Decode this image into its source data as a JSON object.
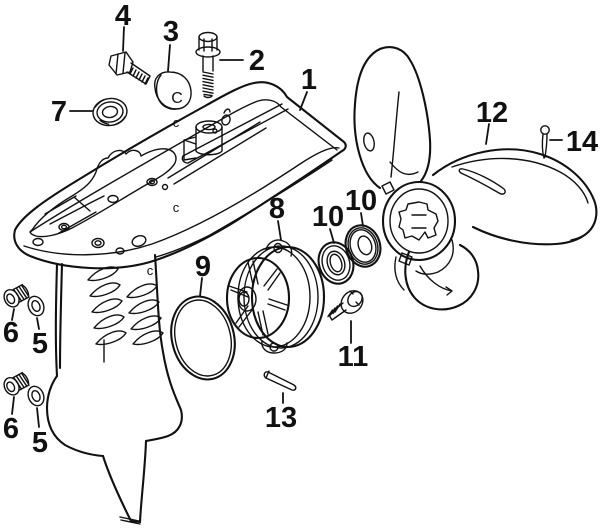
{
  "diagram": {
    "type": "exploded-parts-diagram",
    "subject": "outboard-lower-unit-gearcase-and-propeller",
    "colors": {
      "background": "#ffffff",
      "line": "#111111"
    },
    "callouts": {
      "c1": {
        "label": "1",
        "part": "gearcase-housing"
      },
      "c2": {
        "label": "2",
        "part": "flanged-bolt"
      },
      "c3": {
        "label": "3",
        "part": "rubber-cap"
      },
      "c4": {
        "label": "4",
        "part": "bolt"
      },
      "c5a": {
        "label": "5",
        "part": "gasket-washer"
      },
      "c5b": {
        "label": "5",
        "part": "gasket-washer"
      },
      "c6a": {
        "label": "6",
        "part": "drain-plug"
      },
      "c6b": {
        "label": "6",
        "part": "drain-plug"
      },
      "c7": {
        "label": "7",
        "part": "oil-seal"
      },
      "c8": {
        "label": "8",
        "part": "bearing-housing"
      },
      "c9": {
        "label": "9",
        "part": "o-ring"
      },
      "c10a": {
        "label": "10",
        "part": "oil-seal"
      },
      "c10b": {
        "label": "10",
        "part": "ball-bearing"
      },
      "c11": {
        "label": "11",
        "part": "bolt"
      },
      "c12": {
        "label": "12",
        "part": "propeller"
      },
      "c13": {
        "label": "13",
        "part": "dowel-pin"
      },
      "c14": {
        "label": "14",
        "part": "cotter-pin"
      }
    },
    "inscriptions": {
      "cap_letter": "C",
      "cast_mark_1": "c",
      "cast_mark_2": "c",
      "cast_mark_3": "c"
    }
  }
}
